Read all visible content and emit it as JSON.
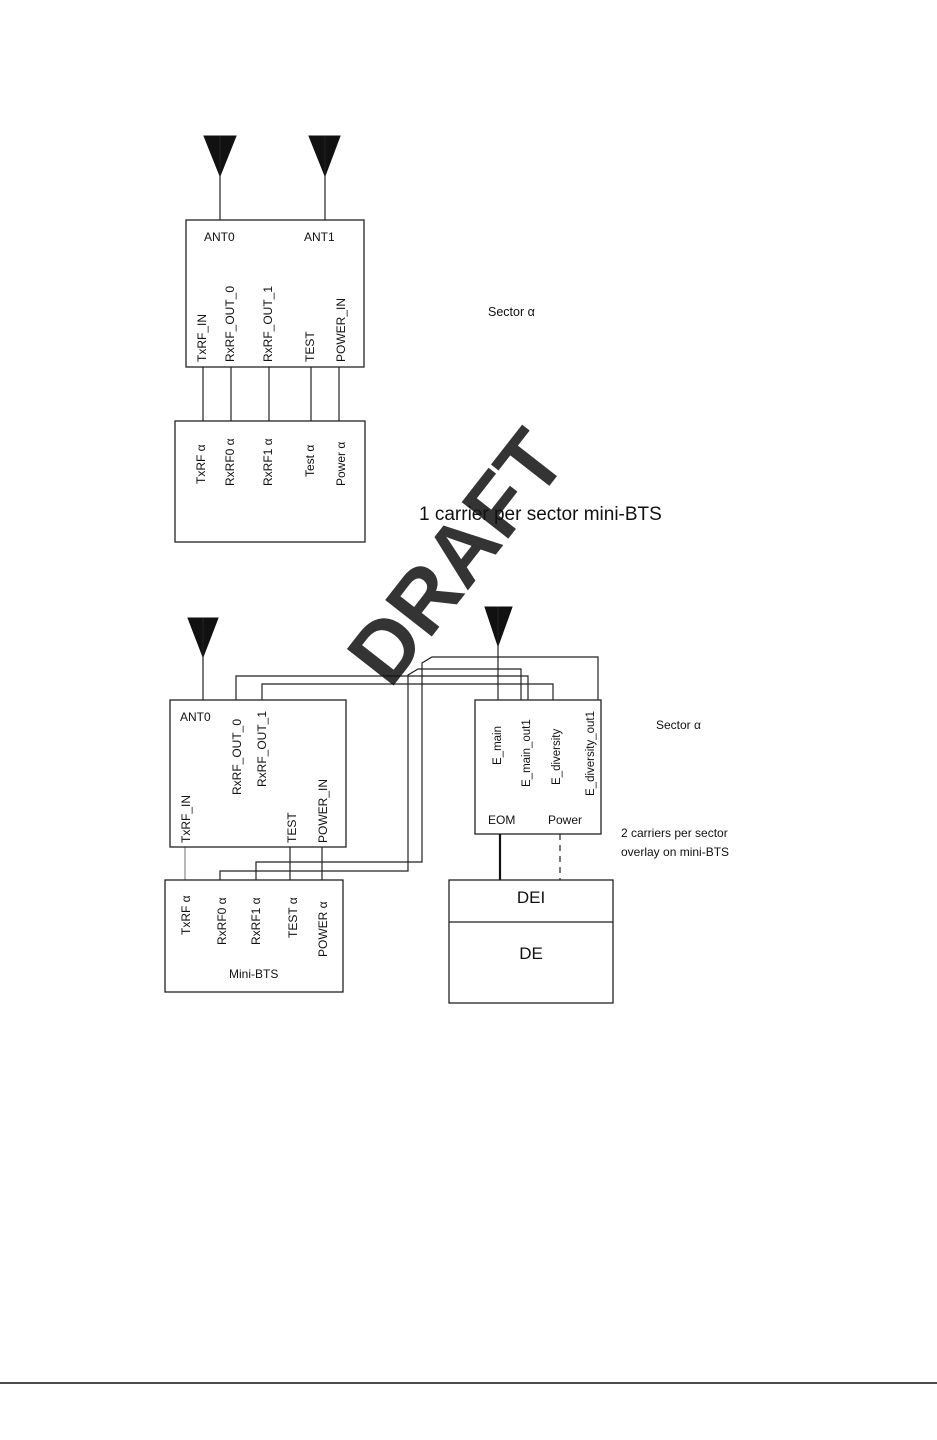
{
  "top": {
    "antennas": [
      "ANT0",
      "ANT1"
    ],
    "ant_ports": [
      "TxRF_IN",
      "RxRF_OUT_0",
      "RxRF_OUT_1",
      "TEST",
      "POWER_IN"
    ],
    "bts_ports": [
      "TxRF α",
      "RxRF0 α",
      "RxRF1 α",
      "Test α",
      "Power α"
    ],
    "sector_label": "Sector α",
    "caption": "1 carrier per sector mini-BTS"
  },
  "bottom": {
    "left_antenna": "ANT0",
    "ant_ports": [
      "RxRF_OUT_0",
      "RxRF_OUT_1",
      "TxRF_IN",
      "TEST",
      "POWER_IN"
    ],
    "eom_ports": [
      "E_main",
      "E_main_out1",
      "E_diversity",
      "E_diversity_out1"
    ],
    "eom_label": "EOM",
    "power_label": "Power",
    "sector_label": "Sector α",
    "overlay_note": [
      "2 carriers per sector",
      "overlay on mini-BTS"
    ],
    "bts_ports": [
      "TxRF α",
      "RxRF0 α",
      "RxRF1 α",
      "TEST α",
      "POWER α"
    ],
    "bts_label": "Mini-BTS",
    "dei_label": "DEI",
    "de_label": "DE"
  },
  "watermark": "DRAFT"
}
